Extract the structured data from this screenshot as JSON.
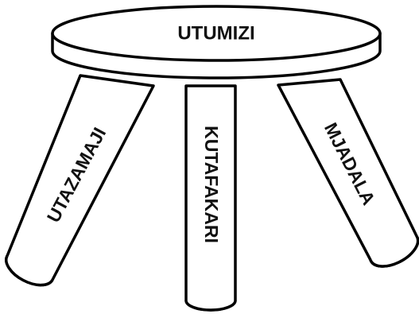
{
  "stool": {
    "seat_label": "UTUMIZI",
    "legs": [
      {
        "label": "UTAZAMAJI"
      },
      {
        "label": "KUTAFAKARI"
      },
      {
        "label": "MJADALA"
      }
    ]
  },
  "colors": {
    "stroke": "#000000",
    "fill": "#ffffff",
    "text": "#111111"
  }
}
